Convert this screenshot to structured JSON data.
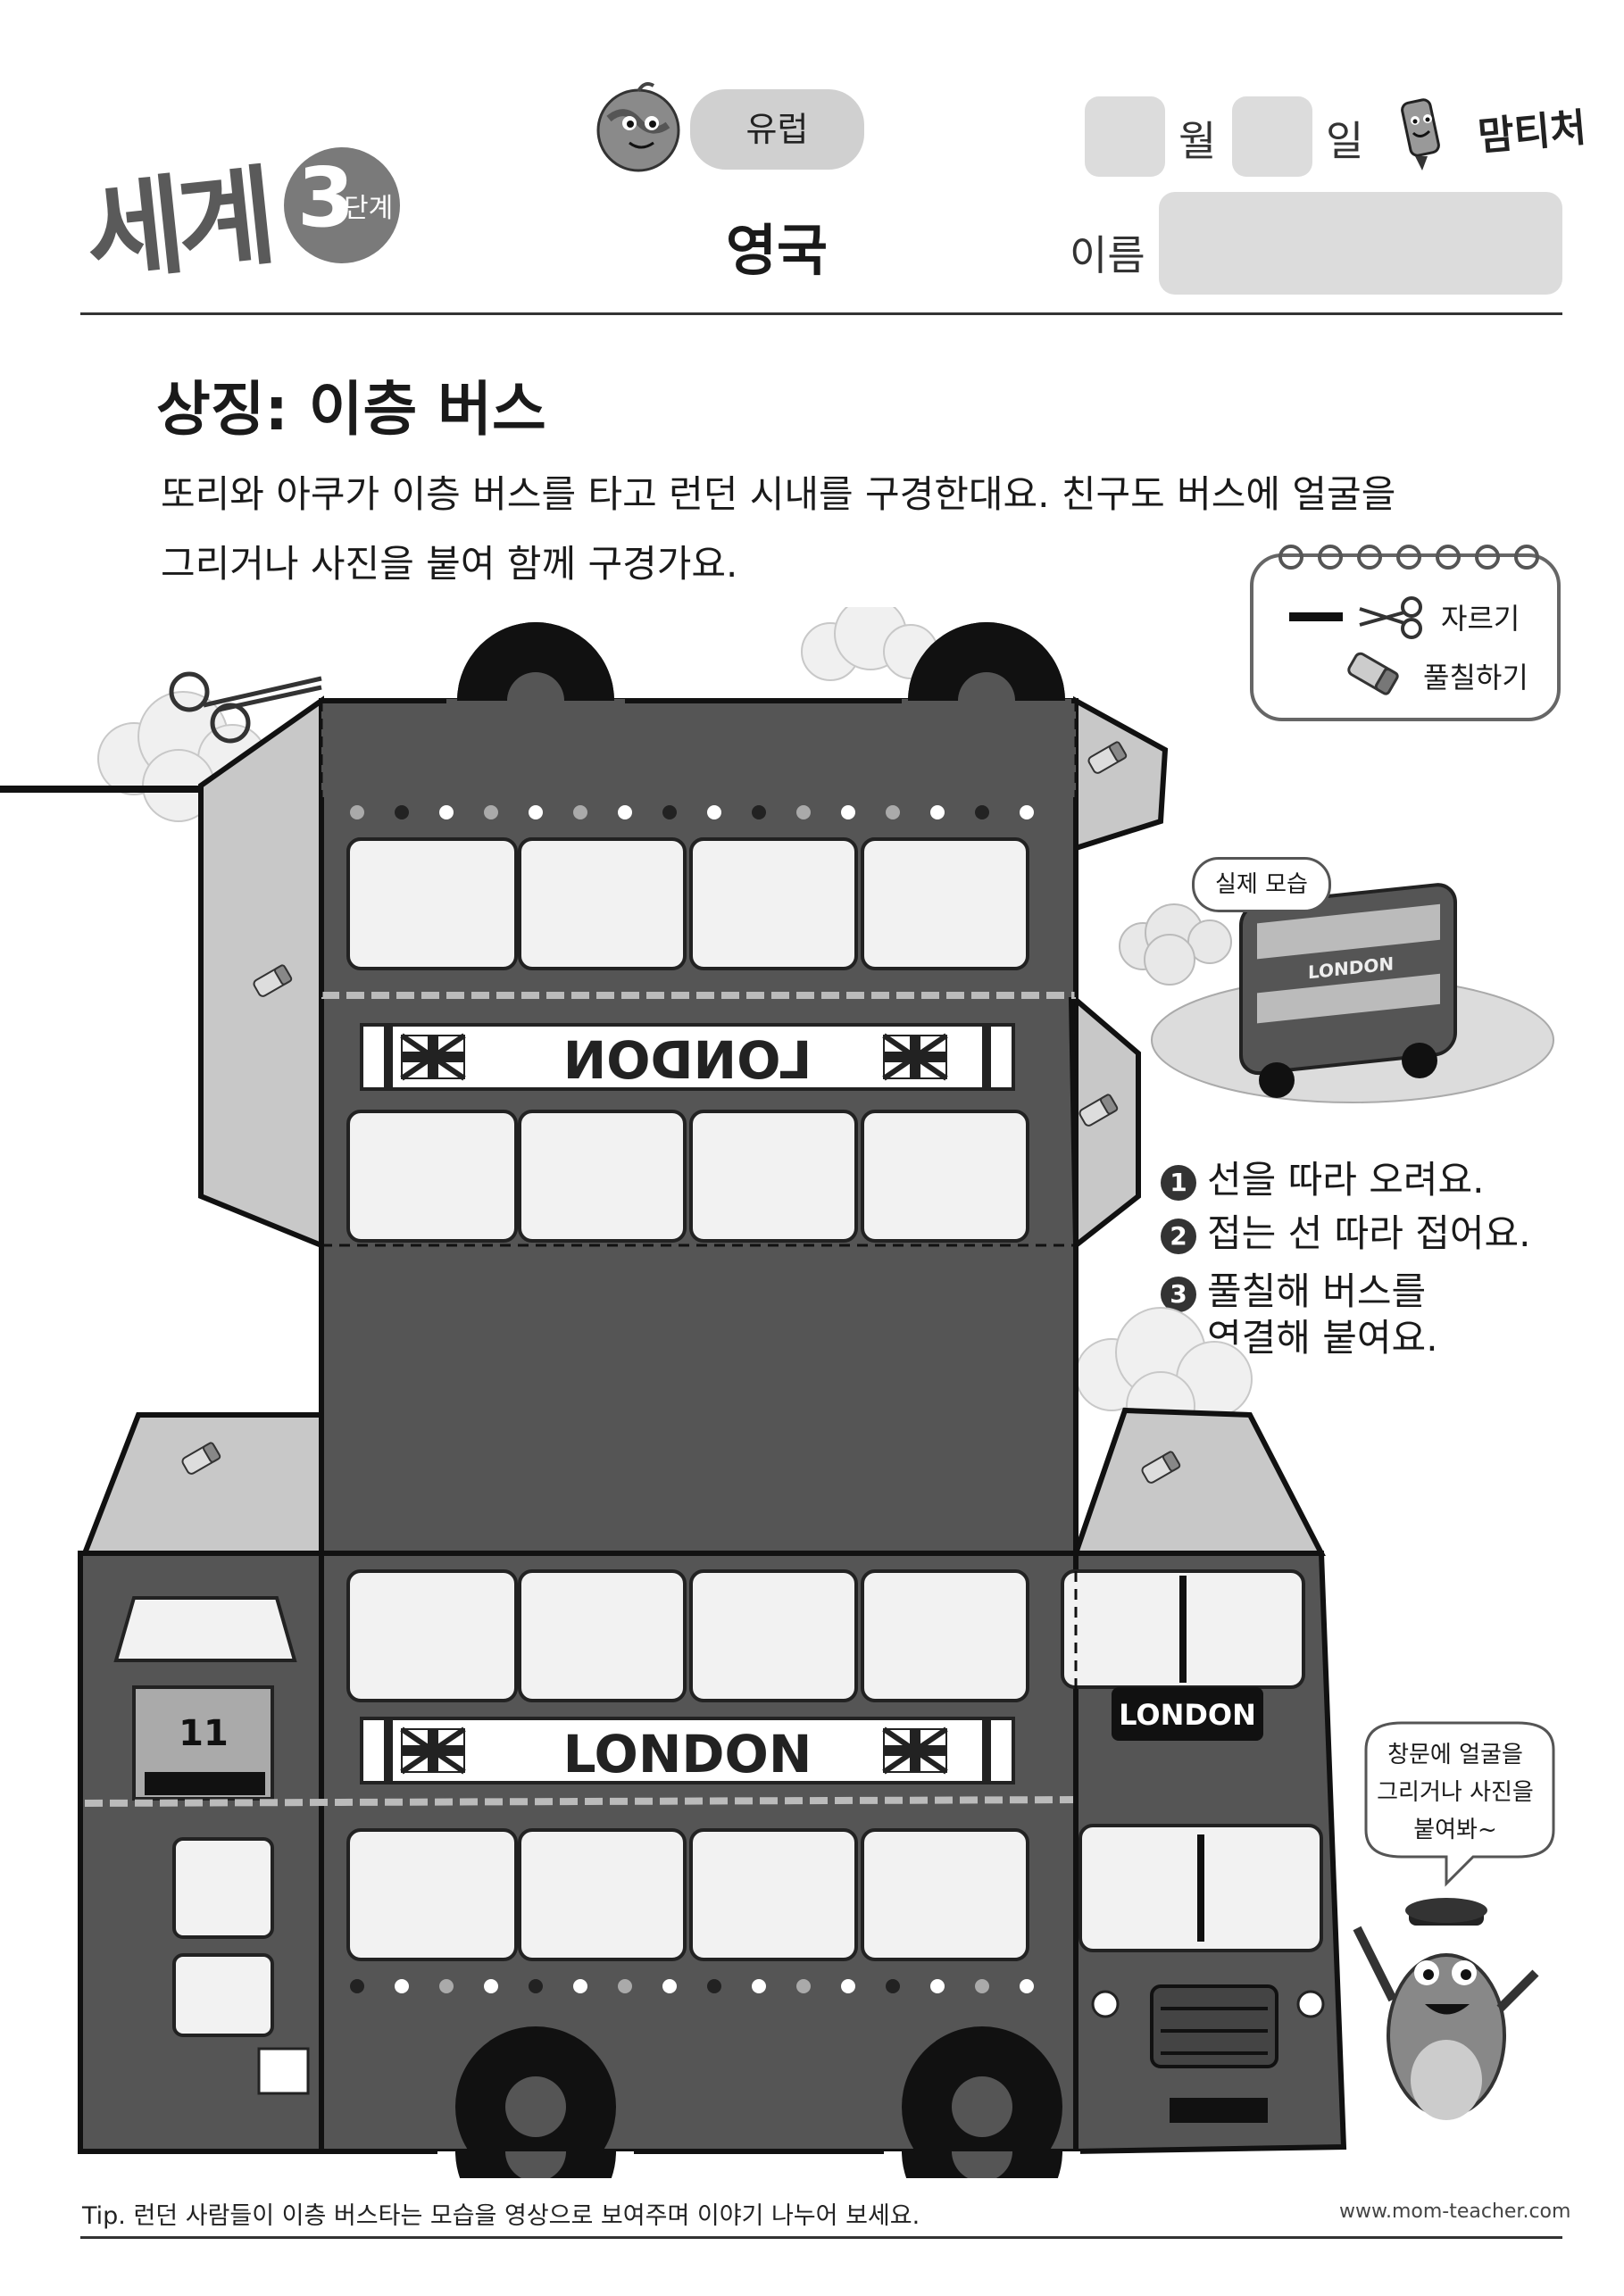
{
  "header": {
    "series_logo": "세계",
    "stage_number": "3",
    "stage_word": "단계",
    "region": "유럽",
    "country": "영국",
    "month_label": "월",
    "day_label": "일",
    "name_label": "이름",
    "brand": "맘티처"
  },
  "title": "상징: 이층 버스",
  "intro": {
    "line1": "또리와 아쿠가 이층 버스를 타고 런던 시내를 구경한대요. 친구도 버스에 얼굴을",
    "line2": "그리거나 사진을 붙여 함께 구경가요."
  },
  "legend": {
    "cut": "자르기",
    "glue": "풀칠하기"
  },
  "real_photo": {
    "tag": "실제 모습",
    "sign": "LONDON"
  },
  "steps": [
    {
      "num": "1",
      "text": "선을 따라 오려요."
    },
    {
      "num": "2",
      "text": "접는 선 따라 접어요."
    },
    {
      "num": "3",
      "text": "풀칠해 버스를",
      "text2": "연결해 붙여요."
    }
  ],
  "bus": {
    "sign_top": "LONDON",
    "sign_mid": "LONDON",
    "sign_front": "LONDON",
    "door_number": "11",
    "glue_mark": "풀"
  },
  "speech": {
    "line1": "창문에 얼굴을",
    "line2": "그리거나 사진을",
    "line3": "붙여봐~"
  },
  "footer": {
    "tip": "Tip.  런던 사람들이 이층 버스타는 모습을 영상으로 보여주며 이야기 나누어 보세요.",
    "url": "www.mom-teacher.com"
  },
  "colors": {
    "bus_body": "#555555",
    "bus_light": "#c8c8c8",
    "outline": "#111111",
    "window": "#f2f2f2"
  }
}
